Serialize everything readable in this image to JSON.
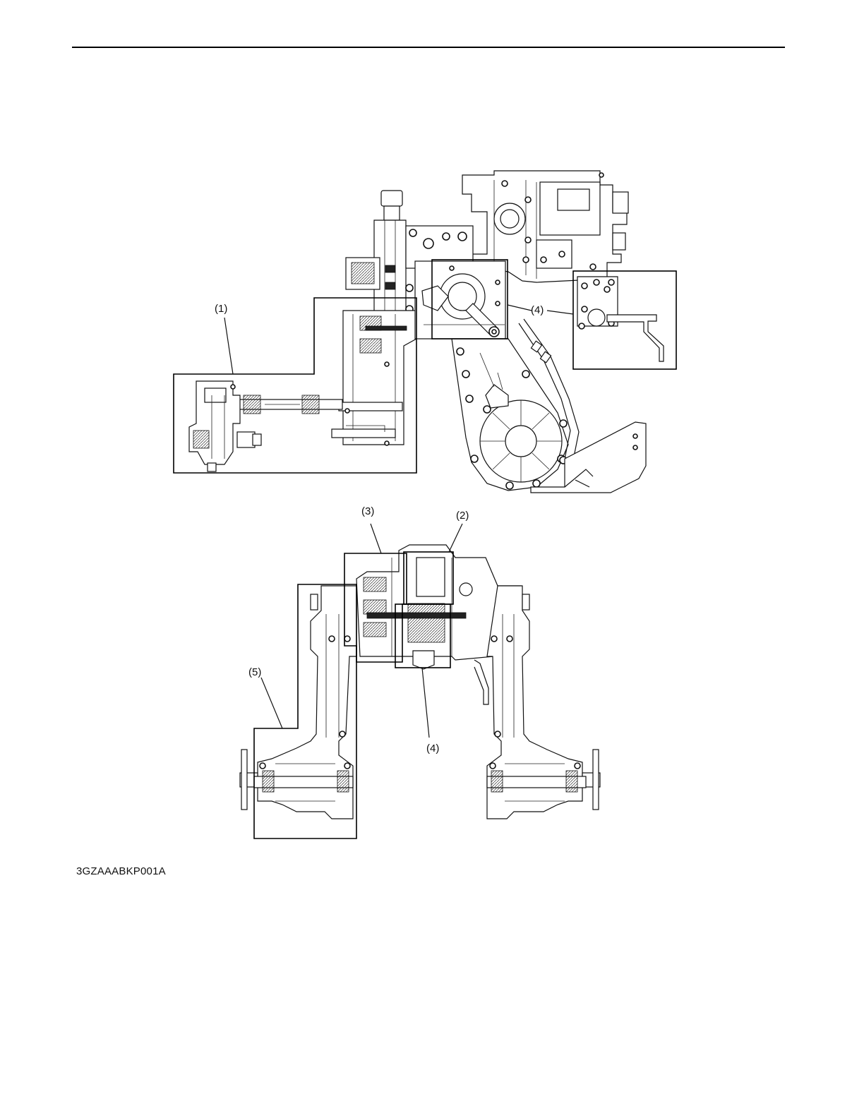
{
  "figure_code": "3GZAAABKP001A",
  "callouts": {
    "c1": "(1)",
    "c2": "(2)",
    "c3": "(3)",
    "c4_top": "(4)",
    "c4_bottom": "(4)",
    "c5": "(5)"
  }
}
